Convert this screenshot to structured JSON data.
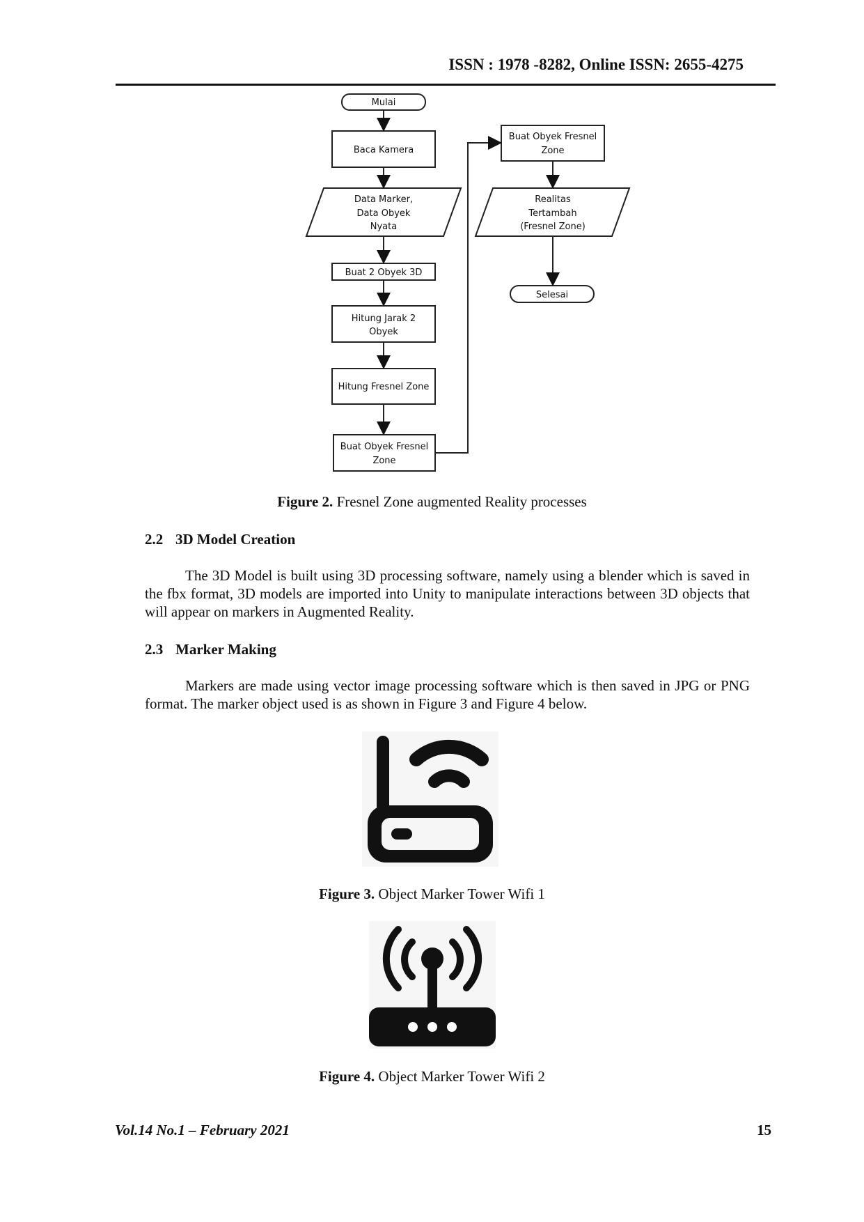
{
  "header": {
    "issn": "ISSN : 1978 -8282, Online ISSN: 2655-4275"
  },
  "flowchart": {
    "start": "Mulai",
    "read_camera": "Baca Kamera",
    "input_data": [
      "Data Marker,",
      "Data Obyek",
      "Nyata"
    ],
    "create_3d": "Buat 2 Obyek 3D",
    "distance": [
      "Hitung Jarak 2",
      "Obyek"
    ],
    "fresnel_calc": "Hitung Fresnel Zone",
    "fresnel_obj_left": [
      "Buat Obyek Fresnel",
      "Zone"
    ],
    "fresnel_obj_right": [
      "Buat Obyek Fresnel",
      "Zone"
    ],
    "ar_output": [
      "Realitas",
      "Tertambah",
      "(Fresnel Zone)"
    ],
    "end": "Selesai"
  },
  "figure2": {
    "label": "Figure 2.",
    "text": "Fresnel Zone augmented Reality processes"
  },
  "section22": {
    "num": "2.2",
    "title": "3D Model Creation",
    "para": "The 3D Model is built using 3D processing software, namely using a blender which is saved in the fbx format, 3D models are imported into Unity to manipulate interactions between 3D objects that will appear on markers in Augmented Reality."
  },
  "section23": {
    "num": "2.3",
    "title": "Marker Making",
    "para": "Markers are made using vector image processing software which is then saved in JPG or PNG format. The marker object used is as shown in Figure 3 and Figure 4 below."
  },
  "figure3": {
    "label": "Figure 3.",
    "text": "Object Marker Tower Wifi 1"
  },
  "figure4": {
    "label": "Figure 4.",
    "text": "Object Marker Tower Wifi 2"
  },
  "footer": {
    "volume": "Vol.14 No.1 – February 2021",
    "page": "15"
  }
}
